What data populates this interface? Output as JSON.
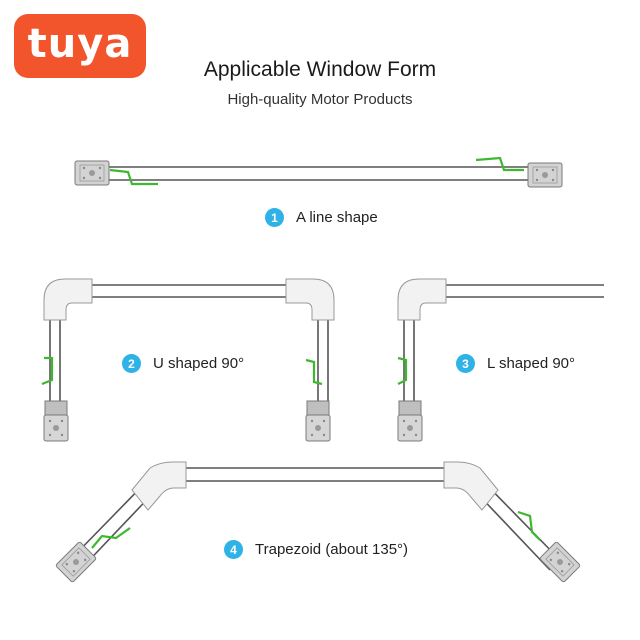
{
  "brand": {
    "logo_text": "tuya"
  },
  "header": {
    "title": "Applicable Window Form",
    "subtitle": "High-quality Motor Products"
  },
  "shapes": [
    {
      "number": "1",
      "label": "A line shape"
    },
    {
      "number": "2",
      "label": "U shaped 90°"
    },
    {
      "number": "3",
      "label": "L shaped 90°"
    },
    {
      "number": "4",
      "label": "Trapezoid (about 135°)"
    }
  ],
  "colors": {
    "brand": "#F2552C",
    "badge": "#2FB2E6",
    "wire": "#3DB82F",
    "track": "#555555",
    "motor": "#CFCFCF"
  }
}
